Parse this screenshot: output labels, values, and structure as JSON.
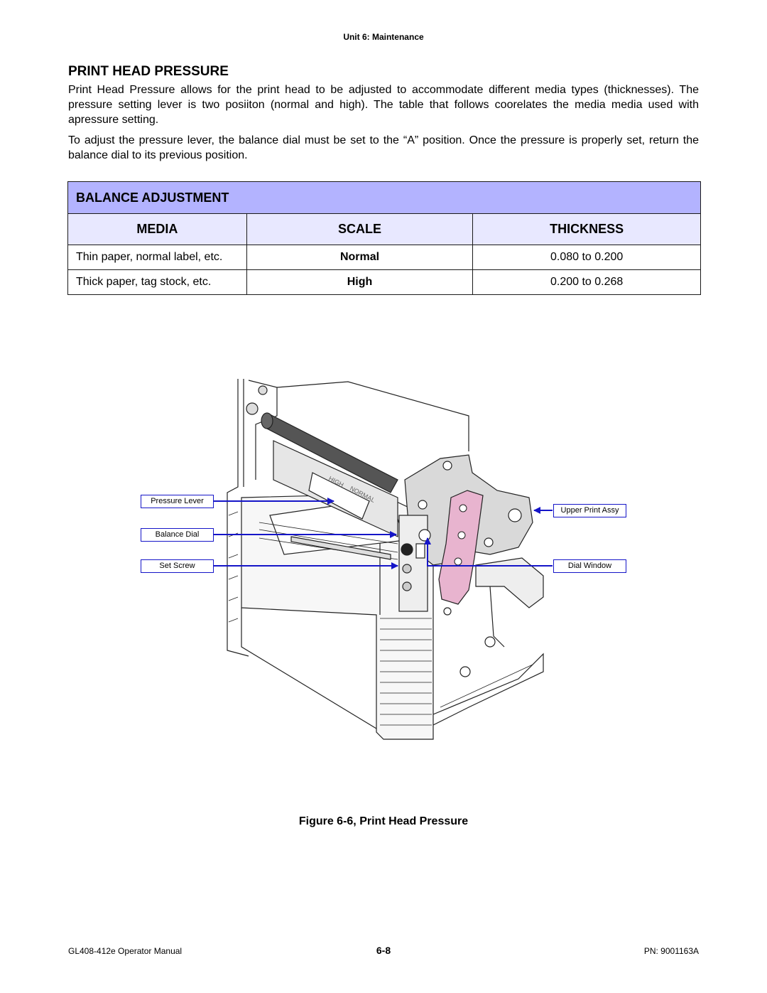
{
  "header": {
    "text": "Unit 6:  Maintenance"
  },
  "section": {
    "title": "PRINT HEAD PRESSURE",
    "paragraphs": [
      "Print Head Pressure allows for the print head to be adjusted to accommodate different media types (thicknesses). The pressure setting lever is two posiiton (normal and high). The table that follows coorelates the media media used with apressure setting.",
      "To adjust the pressure lever, the balance dial must be set to the “A” position. Once the pressure is properly set, return the balance dial to its previous position."
    ]
  },
  "table": {
    "title": "BALANCE ADJUSTMENT",
    "columns": [
      "MEDIA",
      "SCALE",
      "THICKNESS"
    ],
    "rows": [
      {
        "media": "Thin paper, normal label, etc.",
        "scale": "Normal",
        "thickness": "0.080 to 0.200"
      },
      {
        "media": "Thick paper, tag stock, etc.",
        "scale": "High",
        "thickness": "0.200 to 0.268"
      }
    ],
    "colors": {
      "title_bg": "#b3b3ff",
      "header_bg": "#e8e8ff"
    }
  },
  "figure": {
    "callouts": {
      "pressure_lever": "Pressure Lever",
      "balance_dial": "Balance Dial",
      "set_screw": "Set Screw",
      "upper_print_assy": "Upper Print Assy",
      "dial_window": "Dial Window"
    },
    "lever_text": {
      "high": "HIGH",
      "normal": "NORMAL"
    },
    "caption": "Figure 6-6, Print Head Pressure",
    "colors": {
      "callout": "#1515c8",
      "lever": "#e8b4cf"
    }
  },
  "footer": {
    "left": "GL408-412e Operator Manual",
    "center": "6-8",
    "right": "PN: 9001163A"
  }
}
